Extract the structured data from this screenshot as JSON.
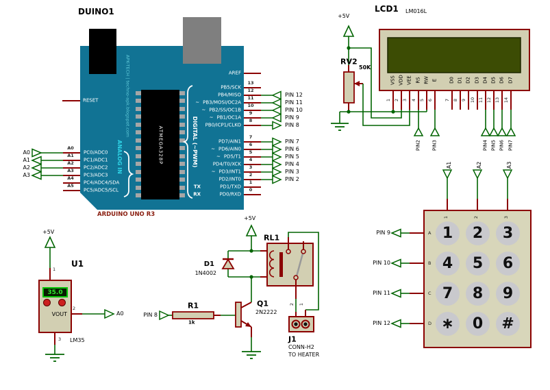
{
  "arduino": {
    "ref": "DUINO1",
    "board_label": "ARDUINO UNO R3",
    "side_text": "APK-TECH | techno-apk.blogspot.com",
    "chip_label": "ATMEGA328P",
    "reset_label": "RESET",
    "aref_label": "AREF",
    "digital_header": "DIGITAL (~PWM)",
    "analog_header": "ANALOG IN",
    "pwm_mark": "~",
    "tx_label": "TX",
    "rx_label": "RX",
    "digital_pins": [
      {
        "num": "13",
        "name": "PB5/SCK"
      },
      {
        "num": "12",
        "name": "PB4/MISO",
        "terminal": "PIN 12"
      },
      {
        "num": "11",
        "name": "PB3/MOSI/OC2A",
        "terminal": "PIN 11"
      },
      {
        "num": "10",
        "name": "PB2/SS/OC1B",
        "terminal": "PIN 10"
      },
      {
        "num": "9",
        "name": "PB1/OC1A",
        "terminal": "PIN 9"
      },
      {
        "num": "8",
        "name": "PB0/ICP1/CLKO",
        "terminal": "PIN 8"
      },
      {
        "num": "7",
        "name": "PD7/AIN1",
        "terminal": "PIN 7"
      },
      {
        "num": "6",
        "name": "PD6/AIN0",
        "terminal": "PIN 6"
      },
      {
        "num": "5",
        "name": "PD5/T1",
        "terminal": "PIN 5"
      },
      {
        "num": "4",
        "name": "PD4/T0/XCK",
        "terminal": "PIN 4"
      },
      {
        "num": "3",
        "name": "PD3/INT1",
        "terminal": "PIN 3"
      },
      {
        "num": "2",
        "name": "PD2/INT0",
        "terminal": "PIN 2"
      },
      {
        "num": "1",
        "name": "PD1/TXD"
      },
      {
        "num": "0",
        "name": "PD0/RXD"
      }
    ],
    "analog_pins": [
      {
        "num": "A0",
        "name": "PC0/ADC0",
        "terminal": "A0"
      },
      {
        "num": "A1",
        "name": "PC1/ADC1",
        "terminal": "A1"
      },
      {
        "num": "A2",
        "name": "PC2/ADC2",
        "terminal": "A2"
      },
      {
        "num": "A3",
        "name": "PC3/ADC3",
        "terminal": "A3"
      },
      {
        "num": "A4",
        "name": "PC4/ADC4/SDA"
      },
      {
        "num": "A5",
        "name": "PC5/ADC5/SCL"
      }
    ]
  },
  "lcd": {
    "ref": "LCD1",
    "part": "LM016L",
    "pins": [
      {
        "num": "1",
        "name": "VSS"
      },
      {
        "num": "2",
        "name": "VDD"
      },
      {
        "num": "3",
        "name": "VEE"
      },
      {
        "num": "4",
        "name": "RS"
      },
      {
        "num": "5",
        "name": "RW"
      },
      {
        "num": "6",
        "name": "E"
      },
      {
        "num": "7",
        "name": "D0"
      },
      {
        "num": "8",
        "name": "D1"
      },
      {
        "num": "9",
        "name": "D2"
      },
      {
        "num": "10",
        "name": "D3"
      },
      {
        "num": "11",
        "name": "D4"
      },
      {
        "num": "12",
        "name": "D5"
      },
      {
        "num": "13",
        "name": "D6"
      },
      {
        "num": "14",
        "name": "D7"
      }
    ],
    "terminals": [
      "PIN2",
      "PIN3",
      "PIN4",
      "PIN5",
      "PIN6",
      "PIN7"
    ]
  },
  "pot": {
    "ref": "RV2",
    "value": "50K",
    "supply": "+5V"
  },
  "keypad": {
    "col_terminals": [
      "A1",
      "A2",
      "A3"
    ],
    "col_labels": [
      "1",
      "2",
      "3"
    ],
    "row_labels": [
      "A",
      "B",
      "C",
      "D"
    ],
    "row_terminals": [
      "PIN 9",
      "PIN 10",
      "PIN 11",
      "PIN 12"
    ],
    "keys": [
      "1",
      "2",
      "3",
      "4",
      "5",
      "6",
      "7",
      "8",
      "9",
      "∗",
      "0",
      "#"
    ]
  },
  "sensor": {
    "ref": "U1",
    "part": "LM35",
    "supply": "+5V",
    "reading": "35.0",
    "vout_label": "VOUT",
    "pin1": "1",
    "pin2": "2",
    "pin3": "3",
    "terminal": "A0"
  },
  "driver": {
    "supply": "+5V",
    "relay_ref": "RL1",
    "diode_ref": "D1",
    "diode_part": "1N4002",
    "transistor_ref": "Q1",
    "transistor_part": "2N2222",
    "resistor_ref": "R1",
    "resistor_value": "1k",
    "input_terminal": "PIN 8",
    "connector_ref": "J1",
    "connector_part": "CONN-H2",
    "connector_note": "TO HEATER",
    "connector_pin1": "1",
    "connector_pin2": "2"
  },
  "colors": {
    "board": "#117394",
    "wire": "#006400",
    "pin_stub": "#8b0000",
    "component_fill": "#d2cfb2",
    "lcd_screen": "#3c4c04",
    "accent_text": "#2fd3e6"
  }
}
